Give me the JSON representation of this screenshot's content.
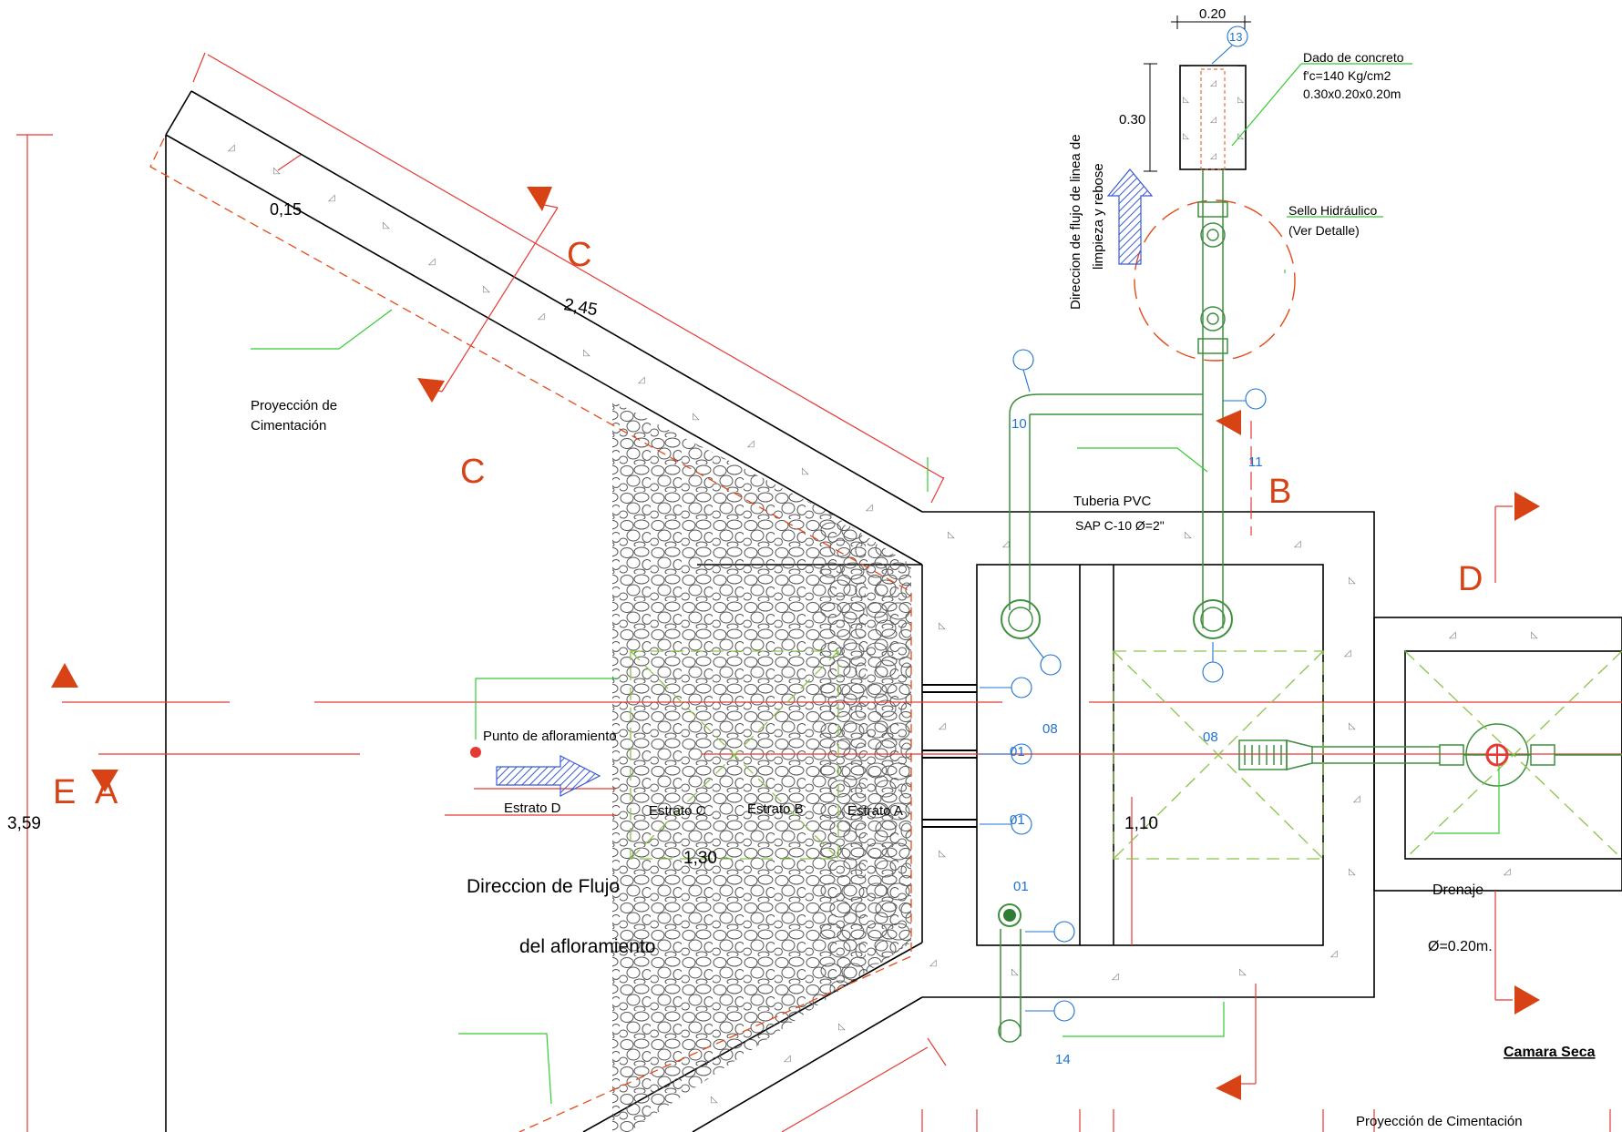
{
  "dimensions": {
    "width_top": "0.20",
    "height_top": "0.30",
    "wing_thickness": "0,15",
    "wing_length": "2,45",
    "total_height": "3,59",
    "filter_width": "1,30",
    "chamber_width": "1,10"
  },
  "labels": {
    "dado_line1": "Dado de concreto",
    "dado_line2": "f'c=140 Kg/cm2",
    "dado_line3": "0.30x0.20x0.20m",
    "sello_line1": "Sello Hidráulico",
    "sello_line2": "(Ver Detalle)",
    "direccion_line1": "Direccion de flujo de linea de",
    "direccion_line2": "limpieza y rebose",
    "proyeccion_line1": "Proyección de",
    "proyeccion_line2": "Cimentación",
    "tuberia_line1": "Tuberia PVC",
    "tuberia_line2": "SAP C-10 Ø=2\"",
    "punto": "Punto de afloramiento",
    "estrato_d": "Estrato D",
    "estrato_c": "Estrato C",
    "estrato_b": "Estrato B",
    "estrato_a": "Estrato A",
    "flujo_line1": "Direccion de Flujo",
    "flujo_line2": "del afloramiento",
    "drenaje": "Drenaje",
    "drenaje_diam": "Ø=0.20m.",
    "camara_seca": "Camara Seca",
    "proyeccion_bottom": "Proyección de Cimentación"
  },
  "section_marks": {
    "c_upper": "C",
    "c_lower": "C",
    "b": "B",
    "d": "D",
    "e": "E",
    "a": "A"
  },
  "callouts": {
    "n13": "13",
    "n10": "10",
    "n11": "11",
    "n08_left": "08",
    "n08_right": "08",
    "n01_a": "01",
    "n01_b": "01",
    "n01_c": "01",
    "n14": "14"
  },
  "colors": {
    "outline": "#000000",
    "section": "#d84315",
    "dimension": "#e53935",
    "pipe": "#3f8f3f",
    "leader": "#33cc33",
    "callout": "#1e73d2",
    "hatch": "#555555"
  }
}
